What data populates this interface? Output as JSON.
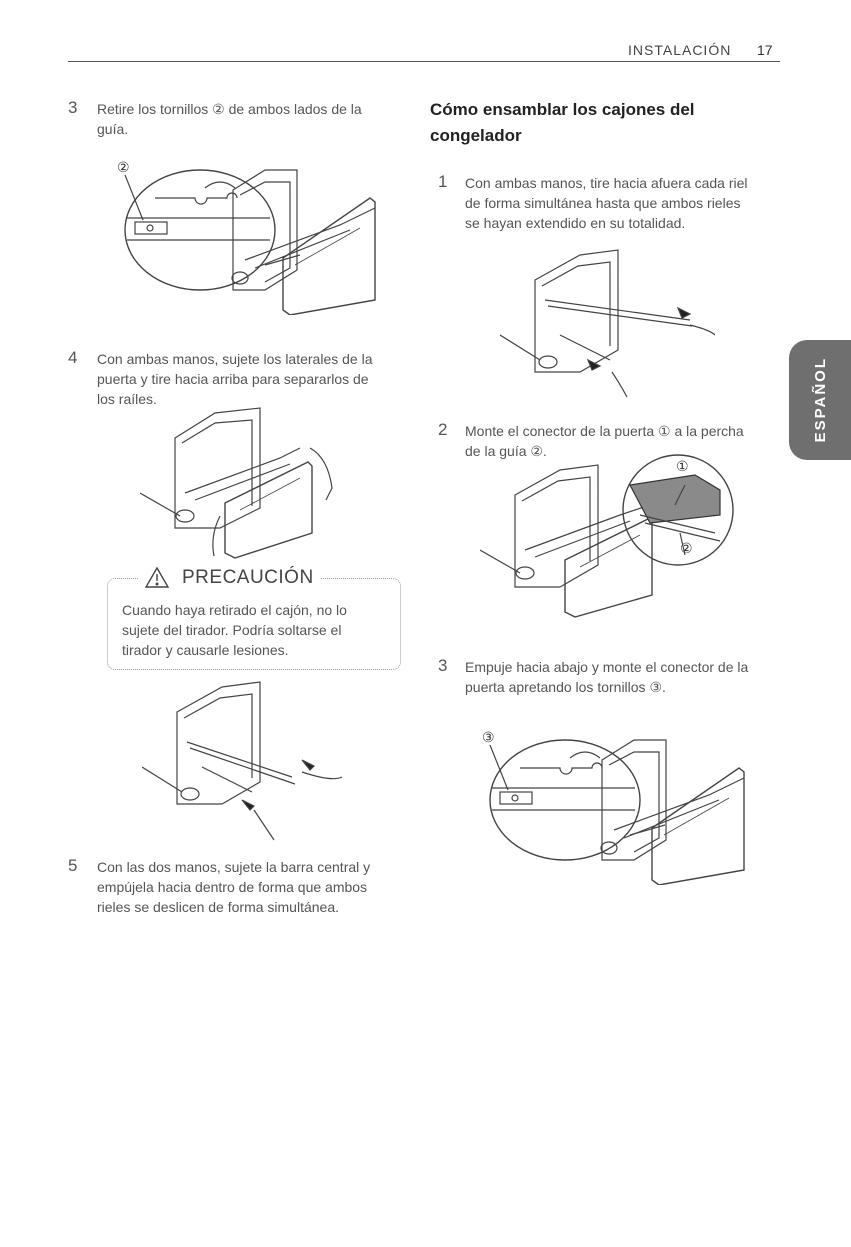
{
  "header": {
    "section": "INSTALACIÓN",
    "page_number": "17"
  },
  "side_tab": {
    "label": "ESPAÑOL"
  },
  "left_column": {
    "step3": {
      "number": "3",
      "text_line1": "Retire los tornillos ② de ambos lados de la",
      "text_line2": "guía."
    },
    "step4": {
      "number": "4",
      "text_line1": "Con ambas manos, sujete los laterales de la",
      "text_line2": "puerta y tire hacia arriba para separarlos de",
      "text_line3": "los raíles."
    },
    "caution": {
      "title": "PRECAUCIÓN",
      "line1": "Cuando haya retirado el cajón, no lo",
      "line2": "sujete del tirador. Podría soltarse el",
      "line3": "tirador y causarle lesiones."
    },
    "step5": {
      "number": "5",
      "text_line1": "Con las dos manos, sujete la barra central y",
      "text_line2": "empújela hacia dentro de forma que ambos",
      "text_line3": "rieles se deslicen de forma simultánea."
    },
    "callout_2": "②"
  },
  "right_column": {
    "title_line1": "Cómo ensamblar los cajones del",
    "title_line2": "congelador",
    "step1": {
      "number": "1",
      "text_line1": "Con ambas manos, tire hacia afuera cada riel",
      "text_line2": "de forma simultánea hasta que ambos rieles",
      "text_line3": "se hayan extendido en su totalidad."
    },
    "step2": {
      "number": "2",
      "text_line1": "Monte el conector de la puerta ① a la percha",
      "text_line2": "de la guía ②."
    },
    "step3": {
      "number": "3",
      "text_line1": "Empuje hacia abajo y monte el conector de la",
      "text_line2": "puerta apretando los tornillos ③."
    },
    "callout_1": "①",
    "callout_2": "②",
    "callout_3": "③"
  }
}
